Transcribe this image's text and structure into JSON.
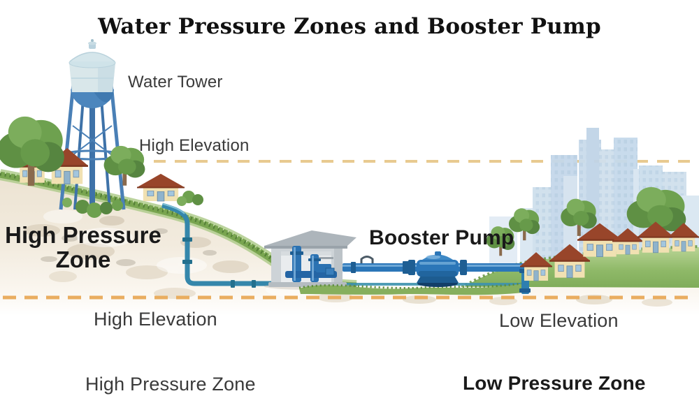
{
  "title": "Water Pressure Zones and Booster Pump",
  "labels": {
    "water_tower": "Water Tower",
    "high_elevation_top": "High Elevation",
    "high_pressure_zone_main": "High Pressure Zone",
    "booster_pump": "Booster Pump",
    "high_elevation_bottom": "High Elevation",
    "low_elevation_bottom": "Low Elevation",
    "high_pressure_zone_bottom": "High Pressure Zone",
    "low_pressure_zone_bottom": "Low Pressure Zone"
  },
  "colors": {
    "boundary_dash_top": "#E8CA90",
    "boundary_dash_bottom": "#E9AD60",
    "pipe_blue": "#2B76B8",
    "supply_pipe_teal": "#3587AB",
    "grass_green": "#79A550",
    "ground_tan": "#EFE7D8",
    "roof_brown": "#98452A",
    "house_wall": "#F1E1B2",
    "tower_steel_blue": "#4A80B6",
    "city_skyline_blue": "#C8DAEA",
    "title_text": "#111111",
    "label_text": "#3A3A3A"
  }
}
